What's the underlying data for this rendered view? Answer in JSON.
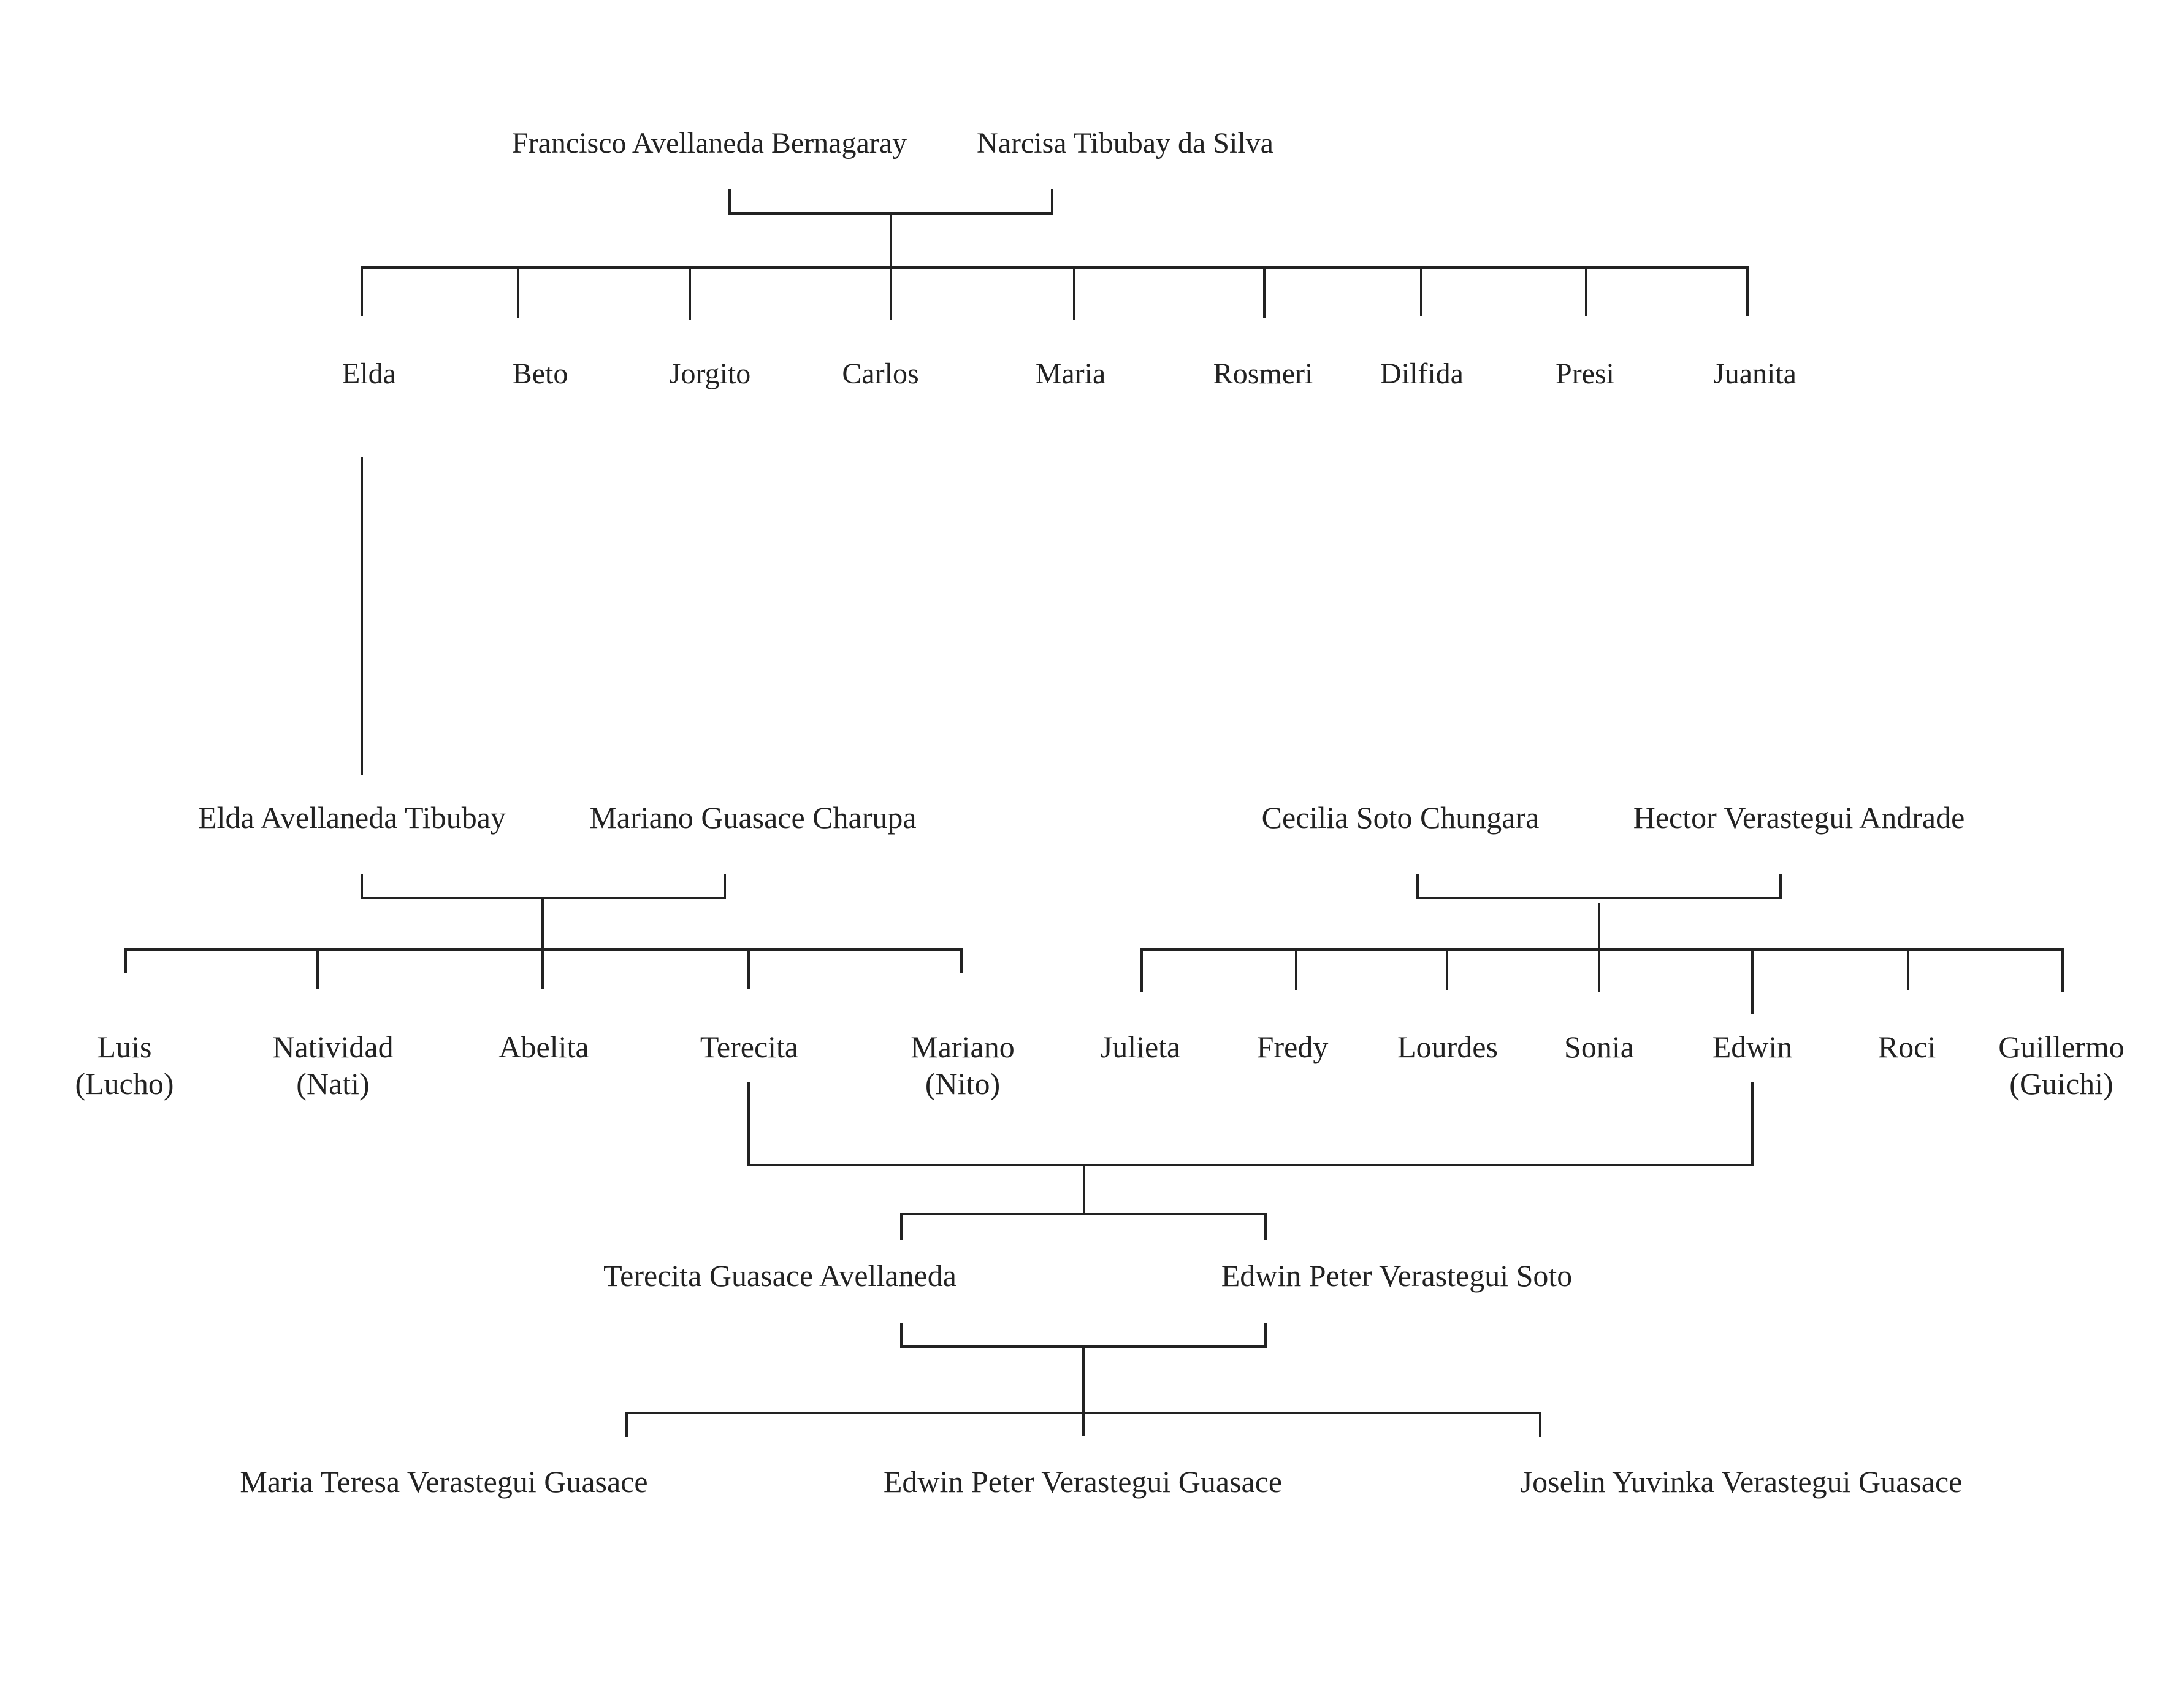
{
  "gen1": {
    "father": "Francisco Avellaneda Bernagaray",
    "mother": "Narcisa Tibubay da Silva",
    "children": [
      "Elda",
      "Beto",
      "Jorgito",
      "Carlos",
      "Maria",
      "Rosmeri",
      "Dilfida",
      "Presi",
      "Juanita"
    ]
  },
  "gen2": {
    "left_couple": {
      "partner1": "Elda Avellaneda Tibubay",
      "partner2": "Mariano Guasace Charupa",
      "children": [
        {
          "name": "Luis",
          "nick": "(Lucho)"
        },
        {
          "name": "Natividad",
          "nick": "(Nati)"
        },
        {
          "name": "Abelita"
        },
        {
          "name": "Terecita"
        },
        {
          "name": "Mariano",
          "nick": "(Nito)"
        }
      ]
    },
    "right_couple": {
      "partner1": "Cecilia Soto Chungara",
      "partner2": "Hector Verastegui Andrade",
      "children": [
        {
          "name": "Julieta"
        },
        {
          "name": "Fredy"
        },
        {
          "name": "Lourdes"
        },
        {
          "name": "Sonia"
        },
        {
          "name": "Edwin"
        },
        {
          "name": "Roci"
        },
        {
          "name": "Guillermo",
          "nick": "(Guichi)"
        }
      ]
    }
  },
  "gen3": {
    "partner1": "Terecita Guasace Avellaneda",
    "partner2": "Edwin Peter Verastegui Soto",
    "children": [
      "Maria Teresa Verastegui Guasace",
      "Edwin Peter Verastegui Guasace",
      "Joselin Yuvinka Verastegui Guasace"
    ]
  }
}
